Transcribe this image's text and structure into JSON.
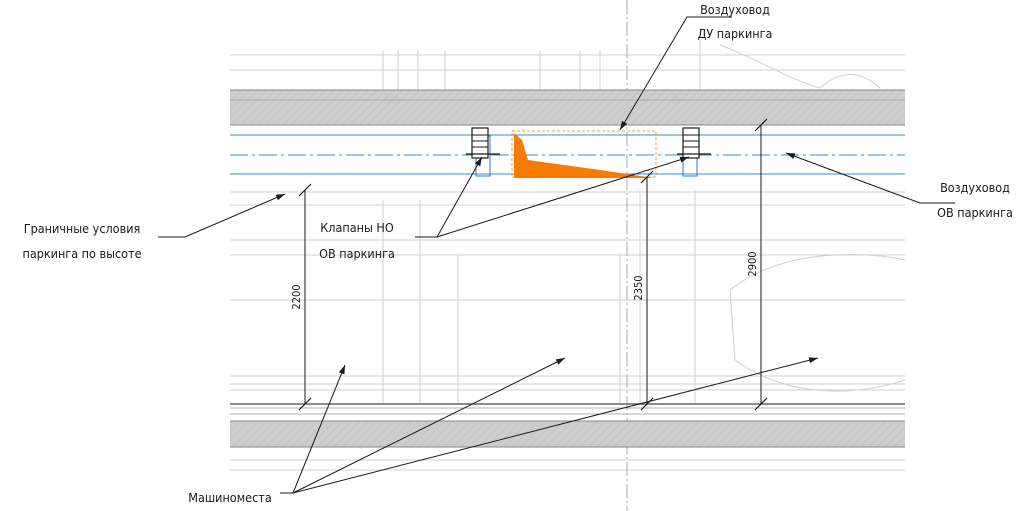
{
  "labels": {
    "duct_smoke_line1": "Воздуховод",
    "duct_smoke_line2": "ДУ паркинга",
    "duct_vent_line1": "Воздуховод",
    "duct_vent_line2": "ОВ паркинга",
    "boundary_line1": "Граничные условия",
    "boundary_line2": "паркинга по высоте",
    "valves_line1": "Клапаны НО",
    "valves_line2": "ОВ паркинга",
    "parking_spaces": "Машиноместа"
  },
  "dimensions": {
    "left": "2200",
    "middle": "2350",
    "right": "2900"
  },
  "colors": {
    "slab_fill": "#c8c8c8",
    "duct_line": "#3a8fc8",
    "duct_centerline": "#3a8fc8",
    "smoke_duct_outline": "#f0a040",
    "smoke_fill": "#f57c00",
    "valve_blue": "#2e7bc4",
    "faint_lines": "#cfcfcf",
    "ink": "#1a1a1a"
  }
}
